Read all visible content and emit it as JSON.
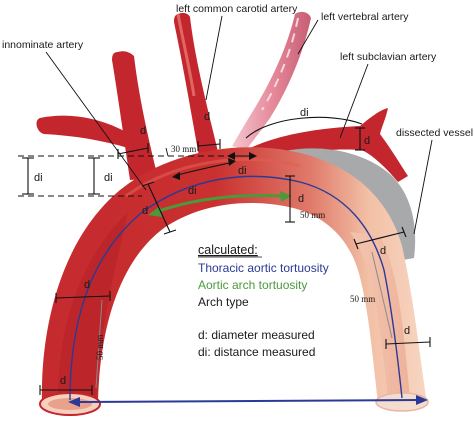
{
  "labels": {
    "left_common_carotid": "left common carotid artery",
    "left_vertebral": "left vertebral artery",
    "innominate": "innominate artery",
    "left_subclavian": "left subclavian artery",
    "dissected_vessel": "dissected vessel"
  },
  "measure": {
    "d": "d",
    "di": "di",
    "mm30": "30 mm",
    "mm50": "50 mm"
  },
  "legend": {
    "heading": "calculated:",
    "thoracic": "Thoracic aortic tortuosity",
    "arch": "Aortic arch tortuosity",
    "arch_type": "Arch type",
    "d_def": "d: diameter measured",
    "di_def": "di: distance measured"
  },
  "colors": {
    "vessel": "#c4262e",
    "vessel_dark": "#8f1418",
    "vessel_light": "#f1b197",
    "dissection": "#a7a9ab",
    "blue": "#2b3a96",
    "green": "#4a9a3c",
    "vertebral": "#e8a2b0"
  }
}
